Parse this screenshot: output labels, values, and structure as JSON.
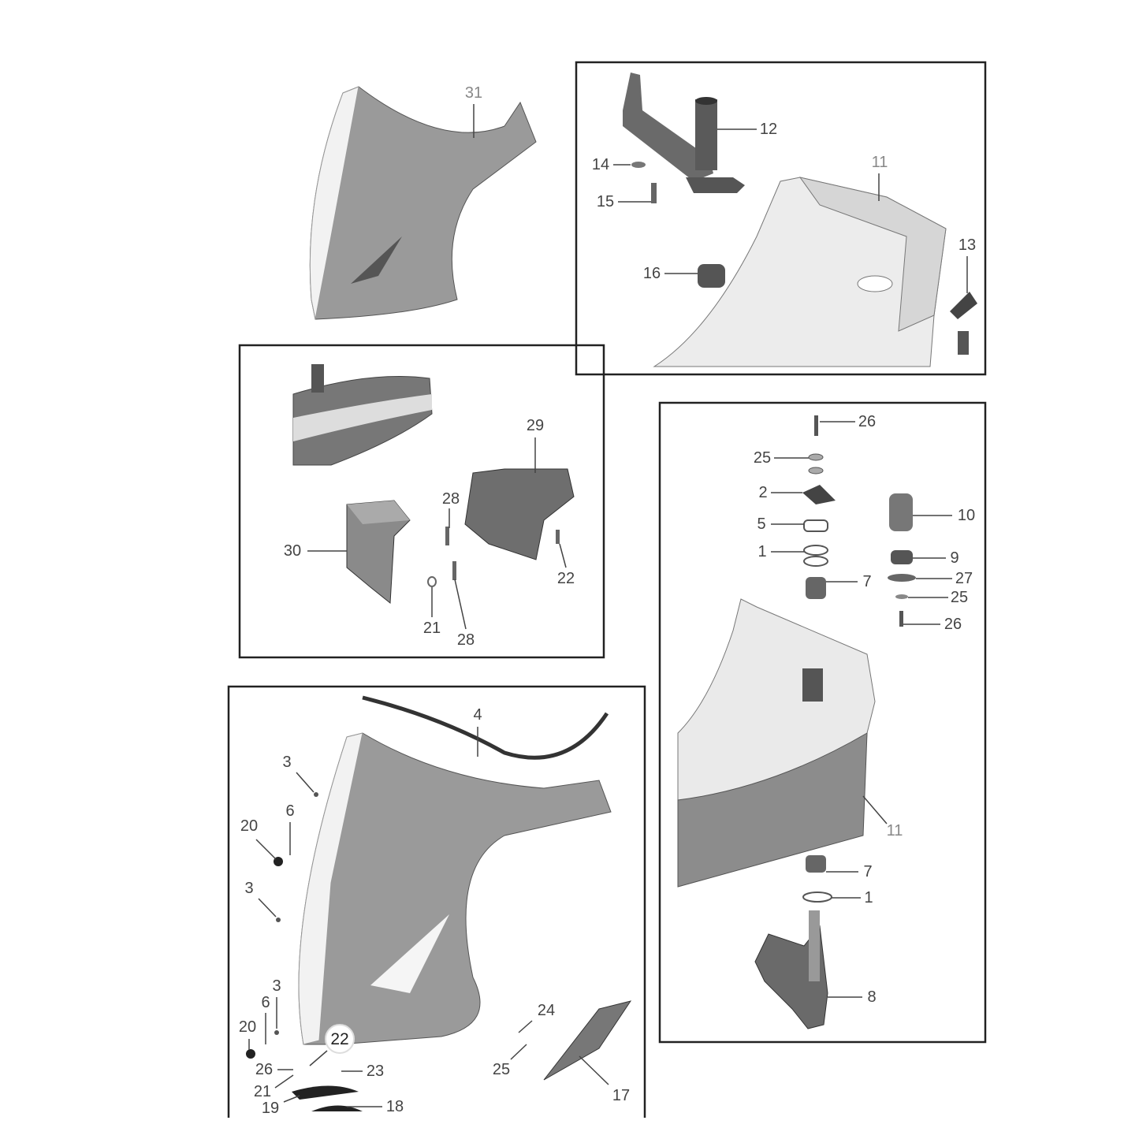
{
  "colors": {
    "frame": "#222222",
    "part_dark": "#6e6e6e",
    "part_mid": "#8a8a8a",
    "part_light": "#e8e8e8",
    "label": "#444444"
  },
  "callouts": {
    "top_left": [
      "31"
    ],
    "box_headset": [
      "12",
      "14",
      "15",
      "11",
      "13",
      "16"
    ],
    "box_lamp": [
      "29",
      "28",
      "30",
      "22",
      "21",
      "28"
    ],
    "box_steering": [
      "26",
      "25",
      "2",
      "10",
      "5",
      "1",
      "9",
      "27",
      "7",
      "25",
      "26",
      "11",
      "7",
      "1",
      "8"
    ],
    "box_shield": [
      "4",
      "3",
      "6",
      "20",
      "3",
      "3",
      "6",
      "20",
      "22",
      "24",
      "25",
      "26",
      "23",
      "21",
      "17",
      "18",
      "19"
    ]
  }
}
